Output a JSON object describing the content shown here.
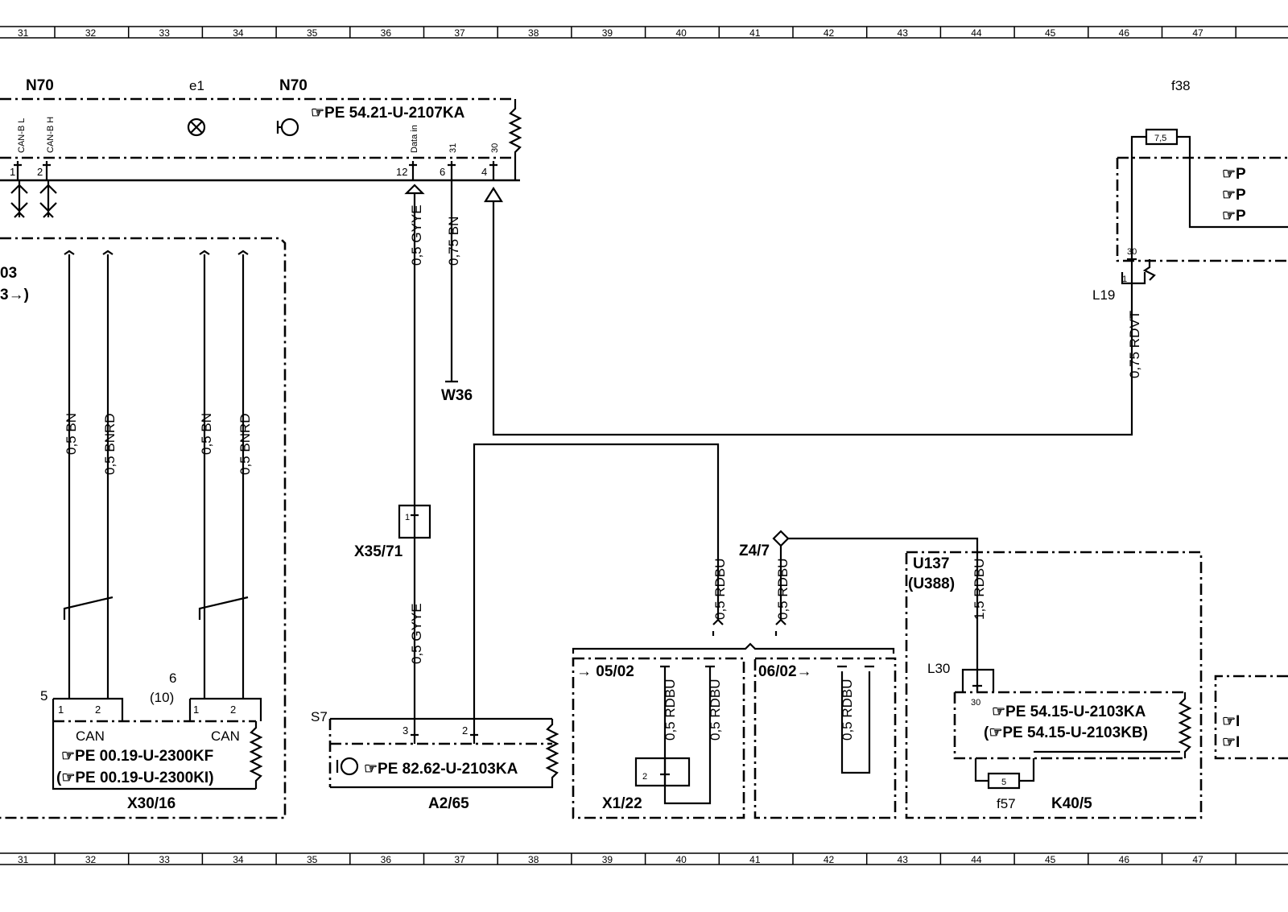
{
  "ruler": {
    "columns": [
      "31",
      "32",
      "33",
      "34",
      "35",
      "36",
      "37",
      "38",
      "39",
      "40",
      "41",
      "42",
      "43",
      "44",
      "45",
      "46",
      "47"
    ]
  },
  "components": {
    "n70_left": "N70",
    "e1": "e1",
    "n70_right": "N70",
    "n70_ref": "PE  54.21-U-2107KA",
    "f38": "f38",
    "f38_value": "7,5",
    "l19": "L19",
    "w36": "W36",
    "x35_71": "X35/71",
    "s7": "S7",
    "a2_65": "A2/65",
    "a2_65_ref": "PE  82.62-U-2103KA",
    "x30_16": "X30/16",
    "x30_16_ref1": "PE  00.19-U-2300KF",
    "x30_16_ref2": "PE  00.19-U-2300KI",
    "z4_7": "Z4/7",
    "x1_22": "X1/22",
    "u137": "U137",
    "u388": "(U388)",
    "l30": "L30",
    "k40_5": "K40/5",
    "k40_5_ref1": "PE  54.15-U-2103KA",
    "k40_5_ref2": "PE  54.15-U-2103KB",
    "f57": "f57",
    "f57_value": "5",
    "left_partial_1": "03",
    "left_partial_2": "3→)"
  },
  "pins": {
    "can_b_l": "CAN-B L",
    "can_b_h": "CAN-B H",
    "data_in": "Data in",
    "p31": "31",
    "p30": "30",
    "n1": "1",
    "n2": "2",
    "n12": "12",
    "n6": "6",
    "n4": "4",
    "n3": "3",
    "n5": "5",
    "n10": "(10)",
    "can": "CAN"
  },
  "wires": {
    "gyye_top": "0,5  GYYE",
    "bn_075": "0,75  BN",
    "bn_1": "0,5  BN",
    "bnrd_1": "0,5  BNRD",
    "bn_2": "0,5  BN",
    "bnrd_2": "0,5  BNRD",
    "gyye_bottom": "0,5  GYYE",
    "rdvt": "0,75  RDVT",
    "rdbu_1": "0,5  RDBU",
    "rdbu_2": "0,5  RDBU",
    "rdbu_15": "1,5  RDBU",
    "rdbu_3": "0,5  RDBU",
    "rdbu_4": "0,5  RDBU",
    "rdbu_5": "0,5  RDBU"
  },
  "refs": {
    "ref_0502": "→ 05/02",
    "ref_0602": "06/02→",
    "pe": "PE"
  }
}
